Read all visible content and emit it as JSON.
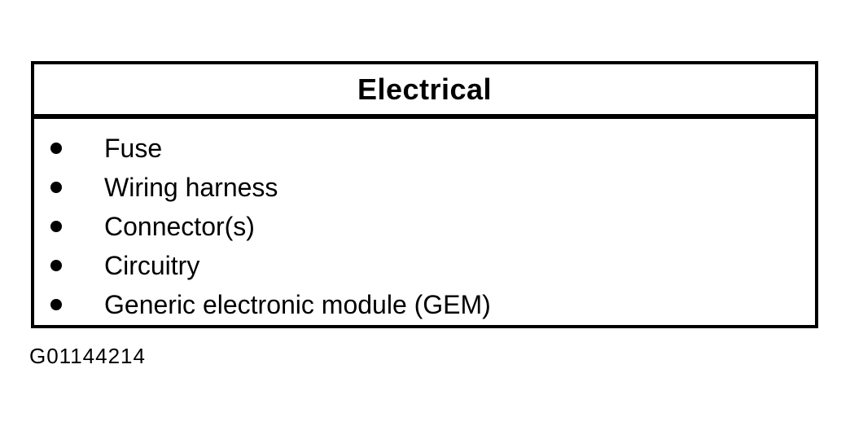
{
  "figure": {
    "header": "Electrical",
    "items": [
      "Fuse",
      "Wiring harness",
      "Connector(s)",
      "Circuitry",
      "Generic electronic module (GEM)"
    ],
    "caption": "G01144214",
    "colors": {
      "border": "#000000",
      "text": "#000000",
      "background": "#ffffff"
    }
  }
}
